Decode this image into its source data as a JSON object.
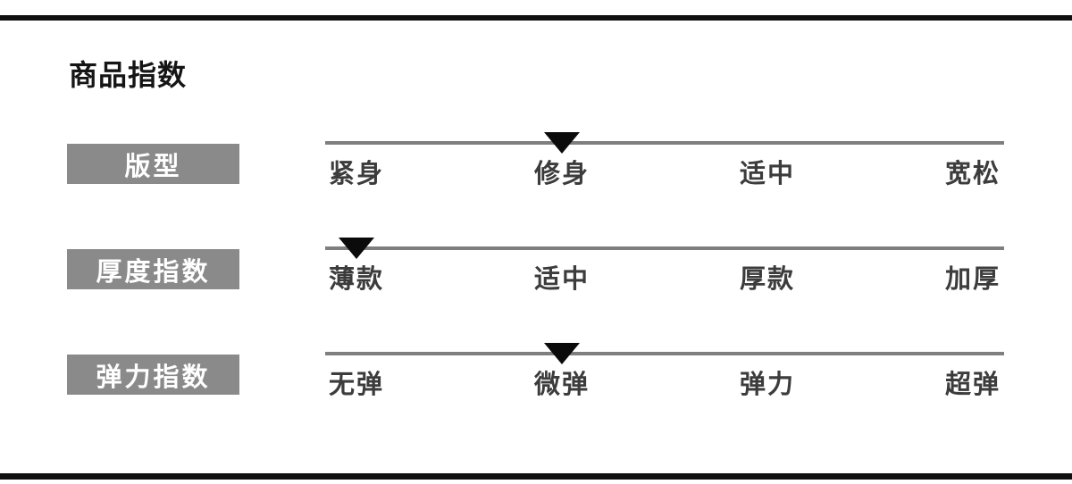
{
  "section": {
    "title": "商品指数"
  },
  "colors": {
    "divider_black": "#101010",
    "label_box_gray": "#8a8a8a",
    "scale_line_gray": "#7f7f7f",
    "marker_black": "#0b0b0b",
    "option_text_gray": "#3c3c3c",
    "label_text_white": "#ffffff",
    "background": "#ffffff"
  },
  "rows": [
    {
      "label": "版型",
      "options": [
        "紧身",
        "修身",
        "适中",
        "宽松"
      ],
      "selected_index": 1,
      "selected_option": "修身"
    },
    {
      "label": "厚度指数",
      "options": [
        "薄款",
        "适中",
        "厚款",
        "加厚"
      ],
      "selected_index": 0,
      "selected_option": "薄款"
    },
    {
      "label": "弹力指数",
      "options": [
        "无弹",
        "微弹",
        "弹力",
        "超弹"
      ],
      "selected_index": 1,
      "selected_option": "微弹"
    }
  ]
}
